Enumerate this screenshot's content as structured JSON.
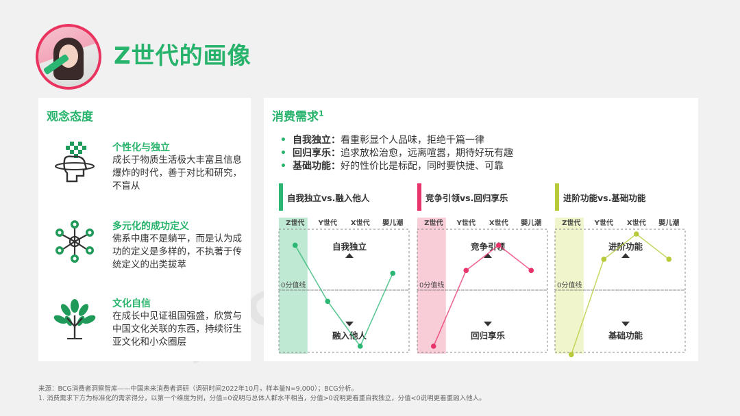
{
  "title": "Z世代的画像",
  "left": {
    "heading": "观念态度",
    "items": [
      {
        "title": "个性化与独立",
        "desc": "成长于物质生活极大丰富且信息爆炸的时代，善于对比和研究，不盲从",
        "icon": "head-pixel-icon"
      },
      {
        "title": "多元化的成功定义",
        "desc": "佛系中庸不是躺平，而是认为成功的定义是多样的，不执著于传统定义的出类拔萃",
        "icon": "network-nodes-icon"
      },
      {
        "title": "文化自信",
        "desc": "在成长中见证祖国强盛，欣赏与中国文化关联的东西，持续衍生亚文化和小众圈层",
        "icon": "tree-icon"
      }
    ]
  },
  "right": {
    "heading": "消费需求",
    "heading_sup": "1",
    "needs": [
      {
        "key": "自我独立：",
        "text": "看重彰显个人品味，拒绝千篇一律"
      },
      {
        "key": "回归享乐：",
        "text": "追求放松治愈，远离喧嚣，期待好玩有趣"
      },
      {
        "key": "基础功能：",
        "text": "好的性价比是标配，同时要快捷、可靠"
      }
    ]
  },
  "chart_data": [
    {
      "type": "line",
      "title": "自我独立vs.融入他人",
      "color": "#2bb673",
      "highlight": "#bfe9d3",
      "categories": [
        "Z世代",
        "Y世代",
        "X世代",
        "婴儿潮"
      ],
      "values": [
        0.8,
        -0.2,
        -1.0,
        0.3
      ],
      "top_label": "自我独立",
      "bottom_label": "融入他人",
      "zero_label": "0分值线",
      "ylim": [
        -1.25,
        1.25
      ]
    },
    {
      "type": "line",
      "title": "竞争引领vs.回归享乐",
      "color": "#e8346b",
      "highlight": "#f9cdd8",
      "categories": [
        "Z世代",
        "Y世代",
        "X世代",
        "婴儿潮"
      ],
      "values": [
        -1.0,
        0.35,
        0.8,
        0.35
      ],
      "top_label": "竞争引领",
      "bottom_label": "回归享乐",
      "zero_label": "0分值线",
      "ylim": [
        -1.25,
        1.25
      ]
    },
    {
      "type": "line",
      "title": "进阶功能vs.基础功能",
      "color": "#b8c93a",
      "highlight": "#f0f5cc",
      "categories": [
        "Z世代",
        "Y世代",
        "X世代",
        "婴儿潮"
      ],
      "values": [
        -1.15,
        0.55,
        1.0,
        0.55
      ],
      "top_label": "进阶功能",
      "bottom_label": "基础功能",
      "zero_label": "0分值线",
      "ylim": [
        -1.25,
        1.25
      ]
    }
  ],
  "footnotes": [
    "来源：BCG消费者洞察智库——中国未来消费者调研（调研时间2022年10月，样本量N=9,000）；BCG分析。",
    "1. 消费需求下方为标准化的需求得分，以第一个维度为例，分值=0说明与总体人群水平相当，分值>0说明更看重自我独立，分值<0说明更看重融入他人。"
  ],
  "watermark": "BCG版权所有"
}
